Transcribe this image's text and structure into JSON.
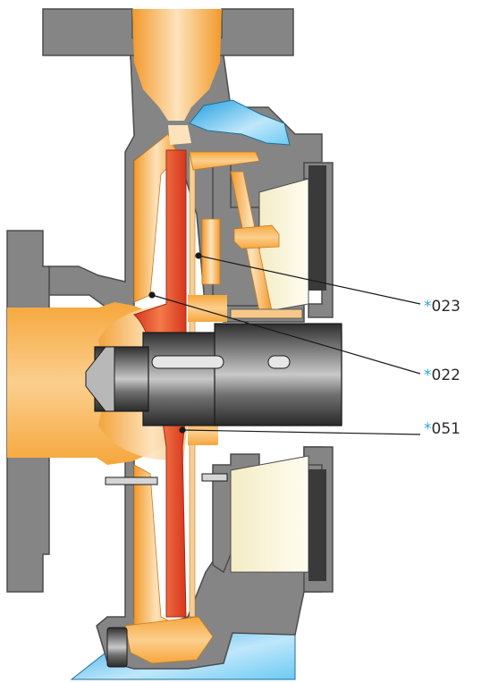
{
  "diagram": {
    "labels": [
      {
        "id": "023",
        "star": "*",
        "code": "023"
      },
      {
        "id": "022",
        "star": "*",
        "code": "022"
      },
      {
        "id": "051",
        "star": "*",
        "code": "051"
      }
    ]
  },
  "colors": {
    "casing": "#858585",
    "casing_edge": "#555555",
    "fluid_orange": "#f2a13a",
    "fluid_light": "#fbd9a6",
    "impeller_red": "#e8472a",
    "cream": "#fbf6dd",
    "blue": "#45b5ec",
    "shaft_dark": "#3c3c3c",
    "shaft_mid": "#8a8a8a"
  }
}
